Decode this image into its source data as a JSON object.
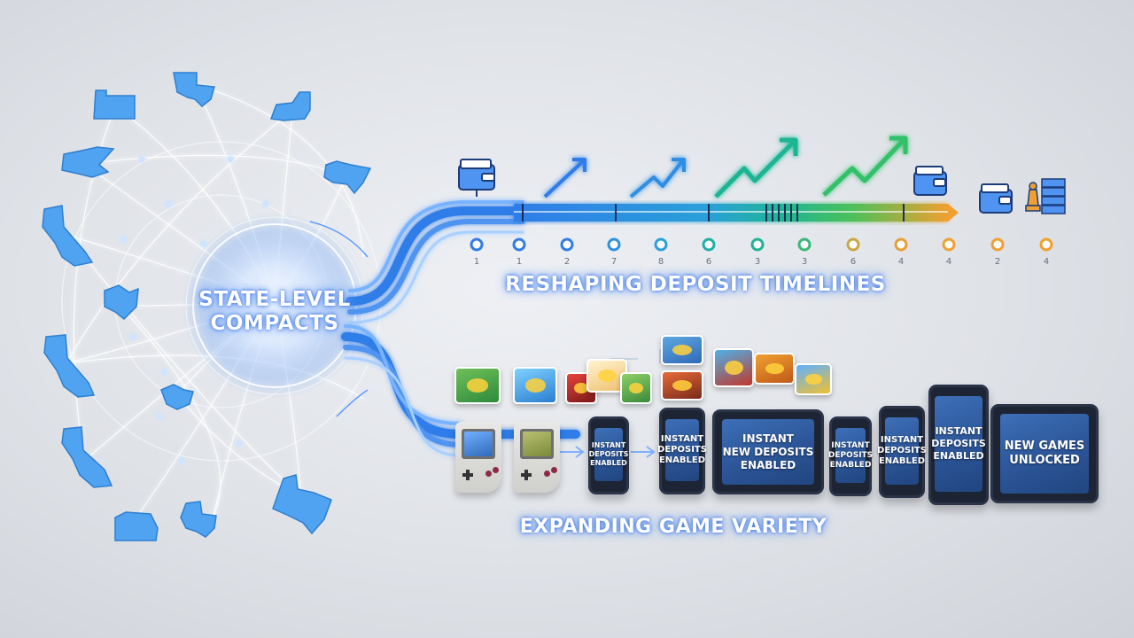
{
  "hub": {
    "line1": "STATE-LEVEL",
    "line2": "COMPACTS"
  },
  "timeline": {
    "title": "RESHAPING DEPOSIT TIMELINES",
    "ticks": [
      "1",
      "1",
      "2",
      "7",
      "8",
      "6",
      "3",
      "3",
      "6",
      "4",
      "4",
      "2",
      "4"
    ]
  },
  "variety": {
    "title": "EXPANDING GAME VARIETY"
  },
  "devices": {
    "phone1": "INSTANT DEPOSITS ENABLED",
    "phone2": "INSTANT DEPOSITS ENABLED",
    "tablet1_l1": "INSTANT",
    "tablet1_l2": "NEW DEPOSITS",
    "tablet1_l3": "ENABLED",
    "phone3": "INSTANT DEPOSITS ENABLED",
    "phone4": "INSTANT DEPOSITS ENABLED",
    "phone5_l1": "INSTANT",
    "phone5_l2": "DEPOSITS",
    "phone5_l3": "ENABLED",
    "tablet2_l1": "NEW GAMES",
    "tablet2_l2": "UNLOCKED"
  },
  "colors": {
    "blue": "#2f7de8",
    "teal": "#1fb594",
    "green": "#32c06a",
    "orange": "#f0a030",
    "state": "#4fa3f0"
  },
  "icons": [
    "wallet-icon",
    "trend-arrow-icon",
    "chess-piece-icon",
    "ledger-icon",
    "state-shape-icon"
  ]
}
